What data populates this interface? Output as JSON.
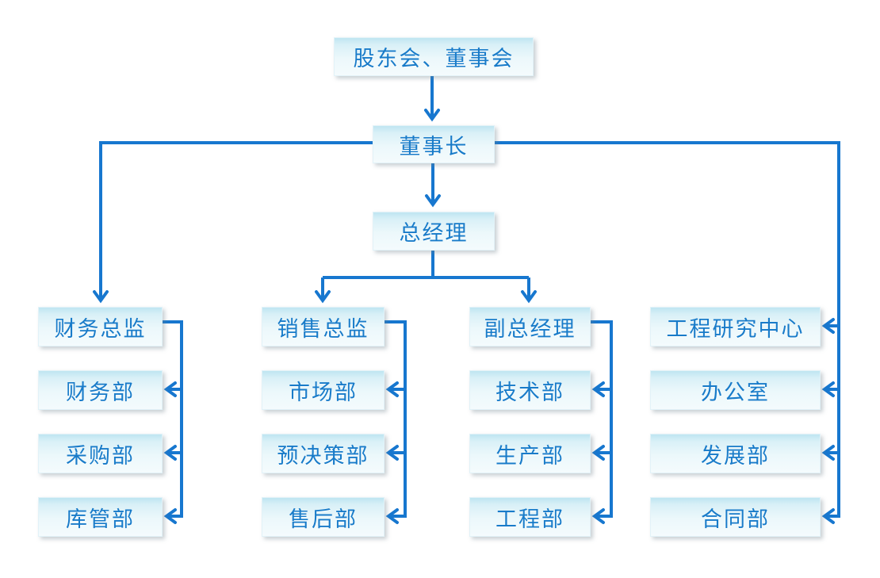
{
  "colors": {
    "connector_blue": "#1777cf",
    "text_blue": "#187bc9",
    "box_fill_top": "#bfe5f1",
    "box_fill_bottom": "#f4fbfd",
    "background": "#ffffff"
  },
  "org": {
    "root": "股东会、董事会",
    "chairman": "董事长",
    "general_manager": "总经理",
    "columns": [
      {
        "head": "财务总监",
        "depts": [
          "财务部",
          "采购部",
          "库管部"
        ]
      },
      {
        "head": "销售总监",
        "depts": [
          "市场部",
          "预决策部",
          "售后部"
        ]
      },
      {
        "head": "副总经理",
        "depts": [
          "技术部",
          "生产部",
          "工程部"
        ]
      },
      {
        "head": "工程研究中心",
        "depts": [
          "办公室",
          "发展部",
          "合同部"
        ]
      }
    ]
  }
}
